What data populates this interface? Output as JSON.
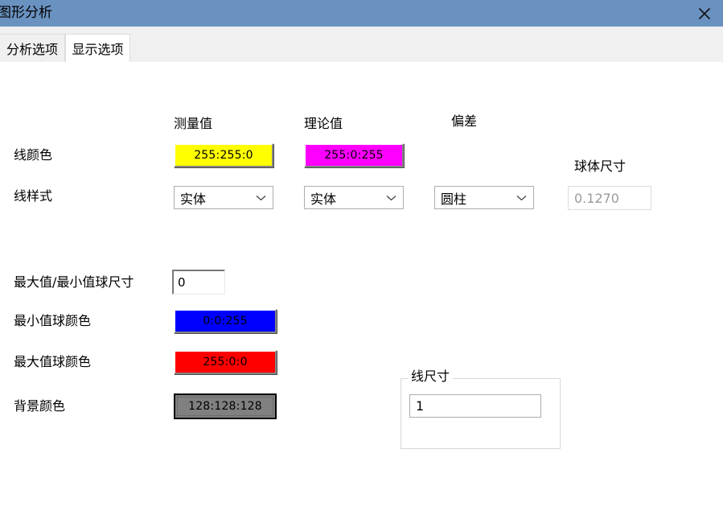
{
  "window": {
    "title": "图形分析",
    "close_icon": "close-icon",
    "titlebar_color": "#6a92c0"
  },
  "tabs": [
    {
      "label": "分析选项",
      "active": false
    },
    {
      "label": "显示选项",
      "active": true
    }
  ],
  "columns": {
    "measured": "测量值",
    "theoretical": "理论值",
    "deviation": "偏差",
    "sphere_size": "球体尺寸"
  },
  "rows": {
    "line_color": "线颜色",
    "line_style": "线样式",
    "minmax_sphere_size": "最大值/最小值球尺寸",
    "min_sphere_color": "最小值球颜色",
    "max_sphere_color": "最大值球颜色",
    "background_color": "背景颜色"
  },
  "line_color": {
    "measured": {
      "text": "255:255:0",
      "color": "#ffff00"
    },
    "theoretical": {
      "text": "255:0:255",
      "color": "#ff00ff"
    }
  },
  "line_style": {
    "measured": "实体",
    "theoretical": "实体",
    "deviation": "圆柱"
  },
  "sphere_size": {
    "value": "0.1270",
    "disabled": true
  },
  "minmax_sphere_size": {
    "value": "0"
  },
  "min_sphere_color": {
    "text": "0:0:255",
    "color": "#0000ff"
  },
  "max_sphere_color": {
    "text": "255:0:0",
    "color": "#ff0000"
  },
  "background_color": {
    "text": "128:128:128",
    "color": "#808080",
    "focused": true
  },
  "line_size_group": {
    "legend": "线尺寸",
    "value": "1"
  }
}
